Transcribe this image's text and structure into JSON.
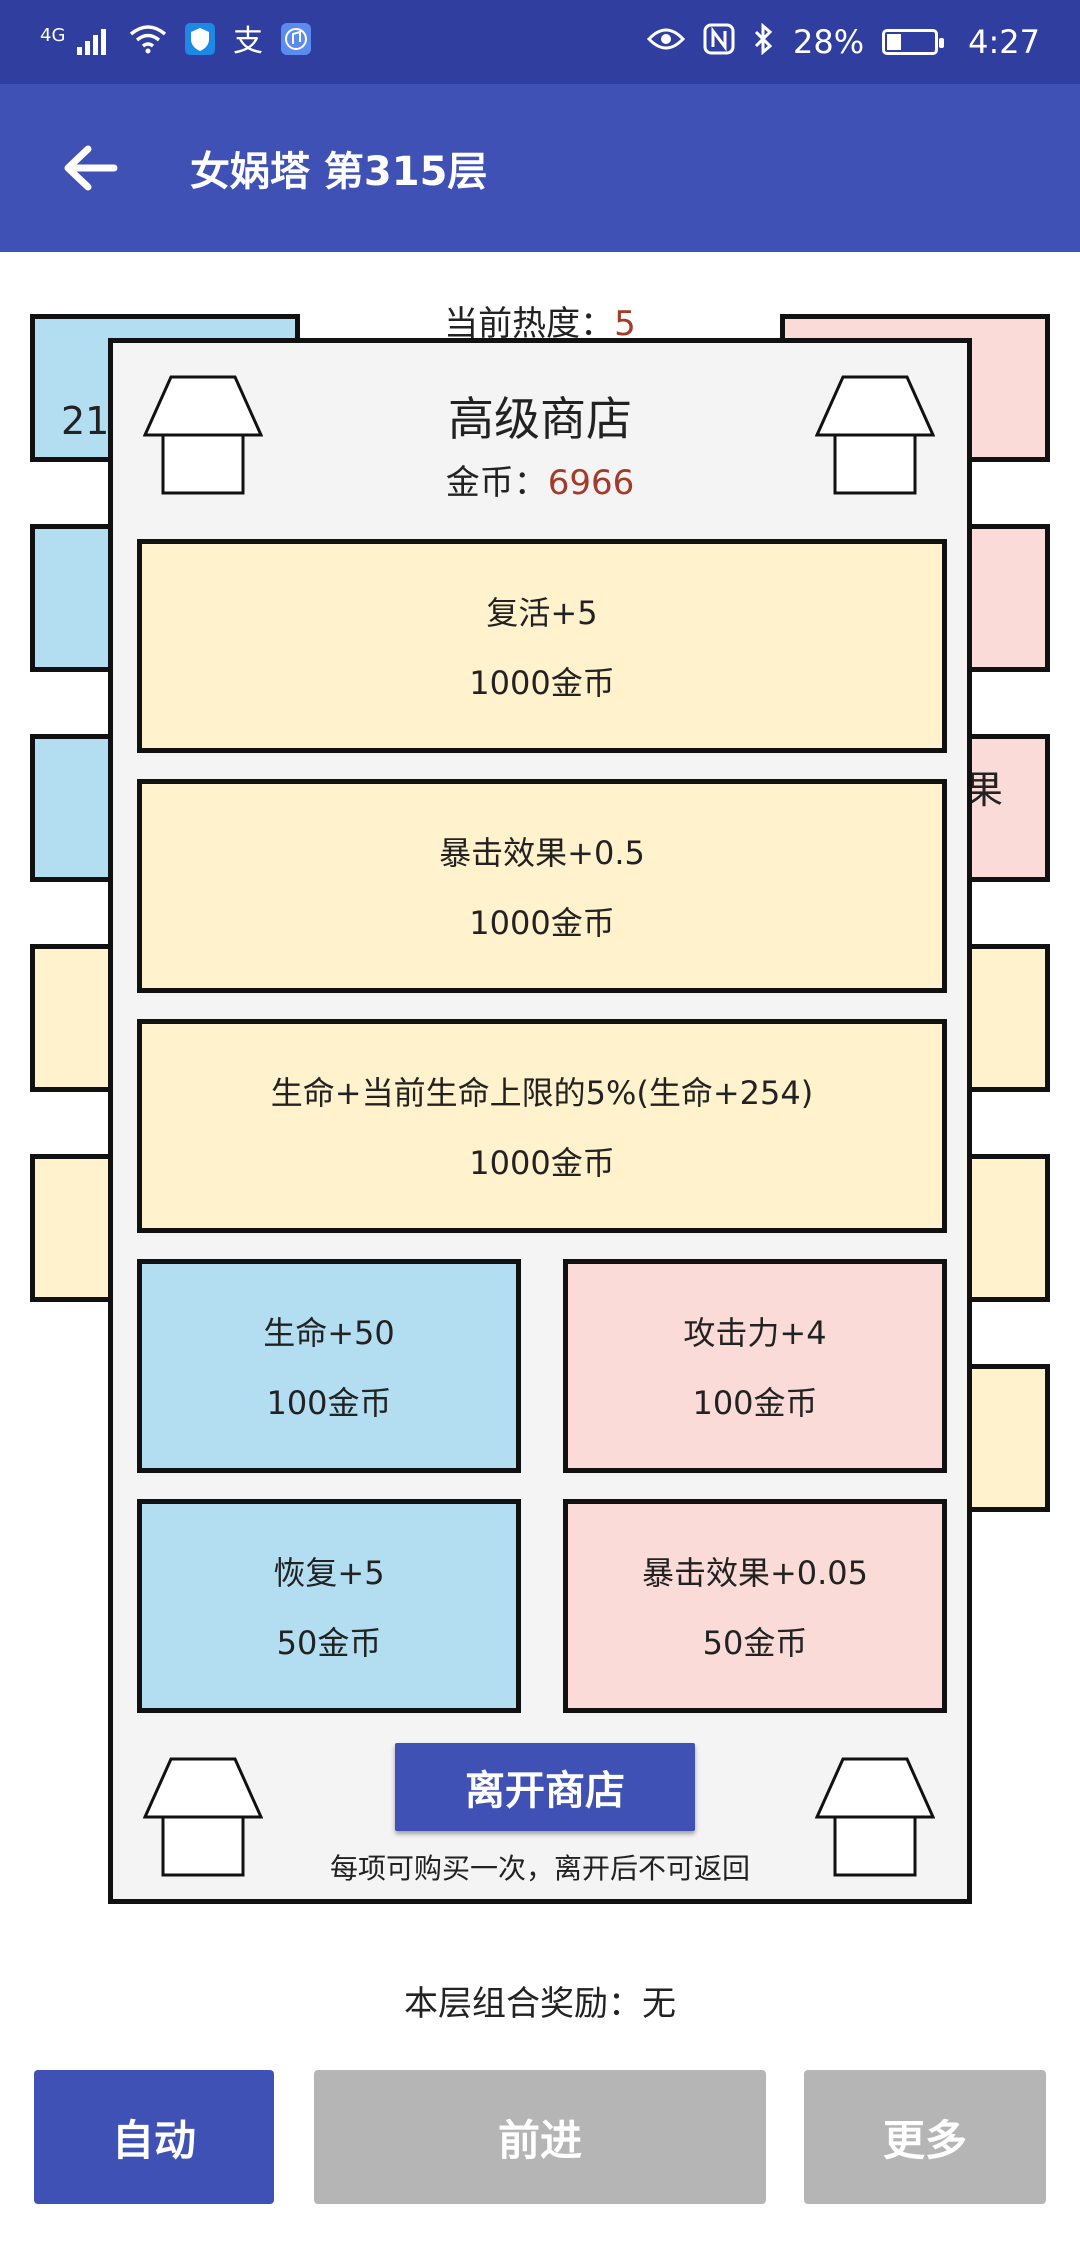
{
  "status_bar": {
    "network": "4G",
    "alipay_icon": "支",
    "battery_percent": "28%",
    "time": "4:27",
    "icons": [
      "signal-icon",
      "wifi-icon",
      "shield-icon",
      "alipay-icon",
      "music-icon",
      "eye-icon",
      "nfc-icon",
      "bluetooth-icon",
      "battery-icon"
    ]
  },
  "appbar": {
    "title": "女娲塔 第315层",
    "back_icon": "arrow-left-icon"
  },
  "heat": {
    "label": "当前热度：",
    "value": "5"
  },
  "background": {
    "partial_number": "21",
    "partial_text": "果"
  },
  "shop": {
    "title": "高级商店",
    "coins_label": "金币：",
    "coins_value": "6966",
    "items": [
      {
        "name": "复活+5",
        "price": "1000金币",
        "color": "#FFF2CC"
      },
      {
        "name": "暴击效果+0.5",
        "price": "1000金币",
        "color": "#FFF2CC"
      },
      {
        "name": "生命+当前生命上限的5%(生命+254)",
        "price": "1000金币",
        "color": "#FFF2CC"
      },
      {
        "name": "生命+50",
        "price": "100金币",
        "color": "#B3DEF2"
      },
      {
        "name": "攻击力+4",
        "price": "100金币",
        "color": "#FADBD8"
      },
      {
        "name": "恢复+5",
        "price": "50金币",
        "color": "#B3DEF2"
      },
      {
        "name": "暴击效果+0.05",
        "price": "50金币",
        "color": "#FADBD8"
      }
    ],
    "leave_label": "离开商店",
    "note": "每项可购买一次，离开后不可返回"
  },
  "combo": {
    "label": "本层组合奖励：",
    "value": "无"
  },
  "bottom": {
    "auto": "自动",
    "forward": "前进",
    "more": "更多"
  },
  "colors": {
    "primary": "#3F51B5",
    "status": "#303F9F",
    "disabled": "#B5B5B5",
    "accent_text": "#A33A2A"
  }
}
